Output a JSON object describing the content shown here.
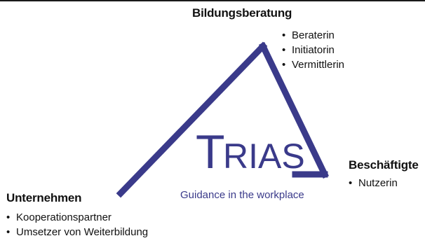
{
  "colors": {
    "accent": "#3a3a8a",
    "text": "#111111"
  },
  "logo": {
    "letter_t": "T",
    "letters_rest": "RIAS",
    "tagline": "Guidance in the workplace"
  },
  "top": {
    "heading": "Bildungsberatung",
    "items": [
      "Beraterin",
      "Initiatorin",
      "Vermittlerin"
    ]
  },
  "right": {
    "heading": "Beschäftigte",
    "items": [
      "Nutzerin"
    ]
  },
  "left": {
    "heading": "Unternehmen",
    "items": [
      "Kooperationspartner",
      "Umsetzer von Weiterbildung"
    ]
  }
}
